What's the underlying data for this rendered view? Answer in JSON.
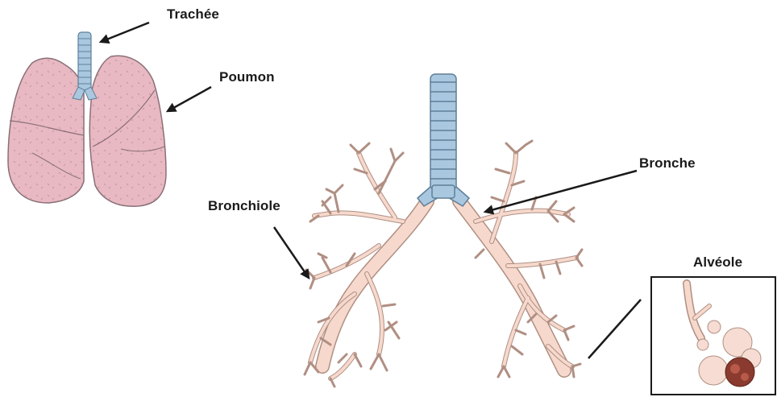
{
  "labels": {
    "trachee": "Trachée",
    "poumon": "Poumon",
    "bronche": "Bronche",
    "bronchiole": "Bronchiole",
    "alveole": "Alvéole"
  },
  "colors": {
    "lung_fill": "#e8b9c2",
    "lung_stroke": "#8a6f78",
    "trachea_ring": "#a9c8e0",
    "trachea_stroke": "#5f7f98",
    "bronchus_fill": "#f6d9cc",
    "bronchus_stroke": "#9e7e72",
    "alveolus_dark": "#8a3a2e",
    "arrow": "#1a1a1a"
  },
  "icons": {
    "lungs": "lungs-icon",
    "bronchial_tree": "bronchial-tree-icon",
    "alveolus": "alveolus-icon"
  }
}
